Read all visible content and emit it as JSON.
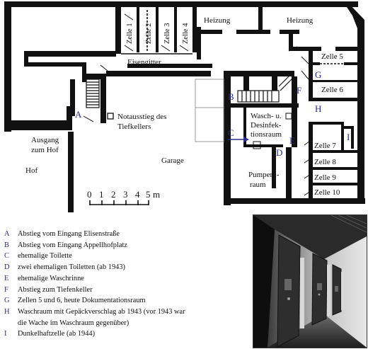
{
  "rooms": {
    "zelle1": "Zelle 1",
    "zelle2": "Zelle 2",
    "zelle3": "Zelle 3",
    "zelle4": "Zelle 4",
    "heizung1": "Heizung",
    "heizung2": "Heizung",
    "eisengitter": "Eisengitter",
    "zelle5": "Zelle 5",
    "zelle6": "Zelle 6",
    "zelle7": "Zelle 7",
    "zelle8": "Zelle 8",
    "zelle9": "Zelle 9",
    "zelle10": "Zelle 10",
    "notausstieg_l1": "Notausstieg des",
    "notausstieg_l2": "Tiefkellers",
    "wasch_l1": "Wasch- u.",
    "wasch_l2": "Desinfek-",
    "wasch_l3": "tionsraum",
    "pumpen_l1": "Pumpern-",
    "pumpen_l2": "raum",
    "ausgang_l1": "Ausgang",
    "ausgang_l2": "zum Hof",
    "hof": "Hof",
    "garage": "Garage"
  },
  "markers": {
    "A": "A",
    "B": "B",
    "C": "C",
    "D": "D",
    "E": "E",
    "F": "F",
    "G": "G",
    "H": "H",
    "I": "I"
  },
  "scale": {
    "ticks": [
      "0",
      "1",
      "2",
      "3",
      "4",
      "5"
    ],
    "unit": "m"
  },
  "legend": [
    {
      "key": "A",
      "text": "Abstieg vom Eingang Elisenstraße"
    },
    {
      "key": "B",
      "text": "Abstieg vom Eingang Appellhofplatz"
    },
    {
      "key": "C",
      "text": "ehemalige Toilette"
    },
    {
      "key": "D",
      "text": "zwei ehemaligen Toiletten (ab 1943)"
    },
    {
      "key": "E",
      "text": "ehemalige Waschrinne"
    },
    {
      "key": "F",
      "text": "Abstieg zum Tiefenkeller"
    },
    {
      "key": "G",
      "text": "Zellen 5 und 6, heute Dokumentationsraum"
    },
    {
      "key": "H",
      "text": "Waschraum mit Gepäckverschlag ab 1943 (vor 1943 war"
    },
    {
      "key": "",
      "text": "die Wache im Waschraum gegenüber)"
    },
    {
      "key": "I",
      "text": "Dunkelhaftzelle (ab 1944)"
    }
  ],
  "colors": {
    "wall": "#111111",
    "marker": "#2b2b8c",
    "background": "#ffffff"
  }
}
